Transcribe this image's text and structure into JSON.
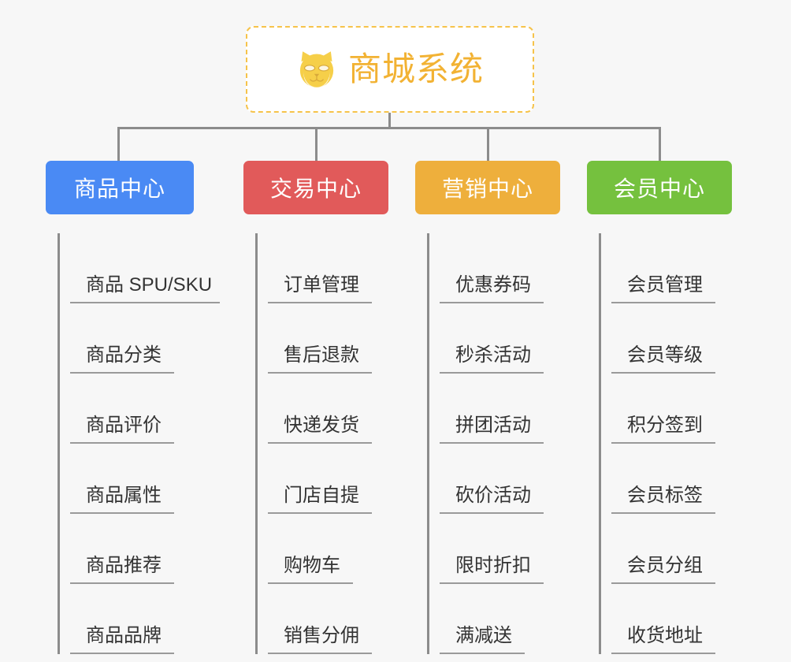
{
  "diagram": {
    "type": "mindmap-tree",
    "background_color": "#f7f7f7",
    "connector_color": "#8c8c8c",
    "root": {
      "title": "商城系统",
      "icon": "dog-face-icon",
      "text_color": "#f2b233",
      "border_color": "#f6c34a",
      "border_style": "dashed",
      "background_color": "#ffffff"
    },
    "branches": [
      {
        "label": "商品中心",
        "color": "#4a8af4",
        "items": [
          "商品 SPU/SKU",
          "商品分类",
          "商品评价",
          "商品属性",
          "商品推荐",
          "商品品牌"
        ]
      },
      {
        "label": "交易中心",
        "color": "#e15a5a",
        "items": [
          "订单管理",
          "售后退款",
          "快递发货",
          "门店自提",
          "购物车",
          "销售分佣"
        ]
      },
      {
        "label": "营销中心",
        "color": "#eeaf3c",
        "items": [
          "优惠券码",
          "秒杀活动",
          "拼团活动",
          "砍价活动",
          "限时折扣",
          "满减送"
        ]
      },
      {
        "label": "会员中心",
        "color": "#75c13e",
        "items": [
          "会员管理",
          "会员等级",
          "积分签到",
          "会员标签",
          "会员分组",
          "收货地址"
        ]
      }
    ]
  }
}
